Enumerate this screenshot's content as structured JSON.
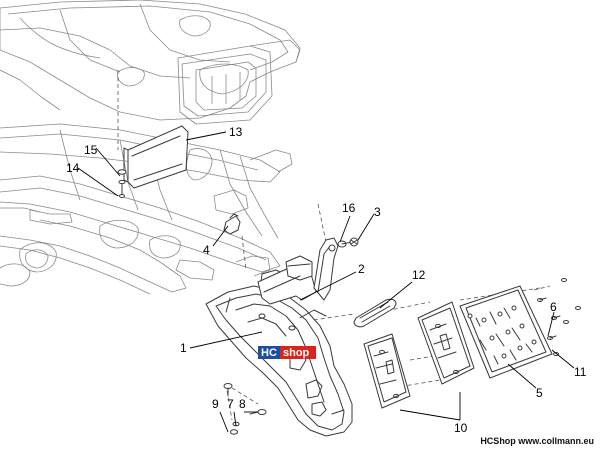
{
  "callouts": [
    {
      "id": "c1",
      "label": "1"
    },
    {
      "id": "c2",
      "label": "2"
    },
    {
      "id": "c3",
      "label": "3"
    },
    {
      "id": "c4",
      "label": "4"
    },
    {
      "id": "c5",
      "label": "5"
    },
    {
      "id": "c6",
      "label": "6"
    },
    {
      "id": "c7",
      "label": "7"
    },
    {
      "id": "c8",
      "label": "8"
    },
    {
      "id": "c9",
      "label": "9"
    },
    {
      "id": "c10",
      "label": "10"
    },
    {
      "id": "c11",
      "label": "11"
    },
    {
      "id": "c12",
      "label": "12"
    },
    {
      "id": "c13",
      "label": "13"
    },
    {
      "id": "c14",
      "label": "14"
    },
    {
      "id": "c15",
      "label": "15"
    },
    {
      "id": "c16",
      "label": "16"
    }
  ],
  "badge": {
    "hc": "HC",
    "shop": "shop",
    "hc_color": "#1d4fa0",
    "shop_color": "#d9261c"
  },
  "watermark": "HCShop www.collmann.eu"
}
